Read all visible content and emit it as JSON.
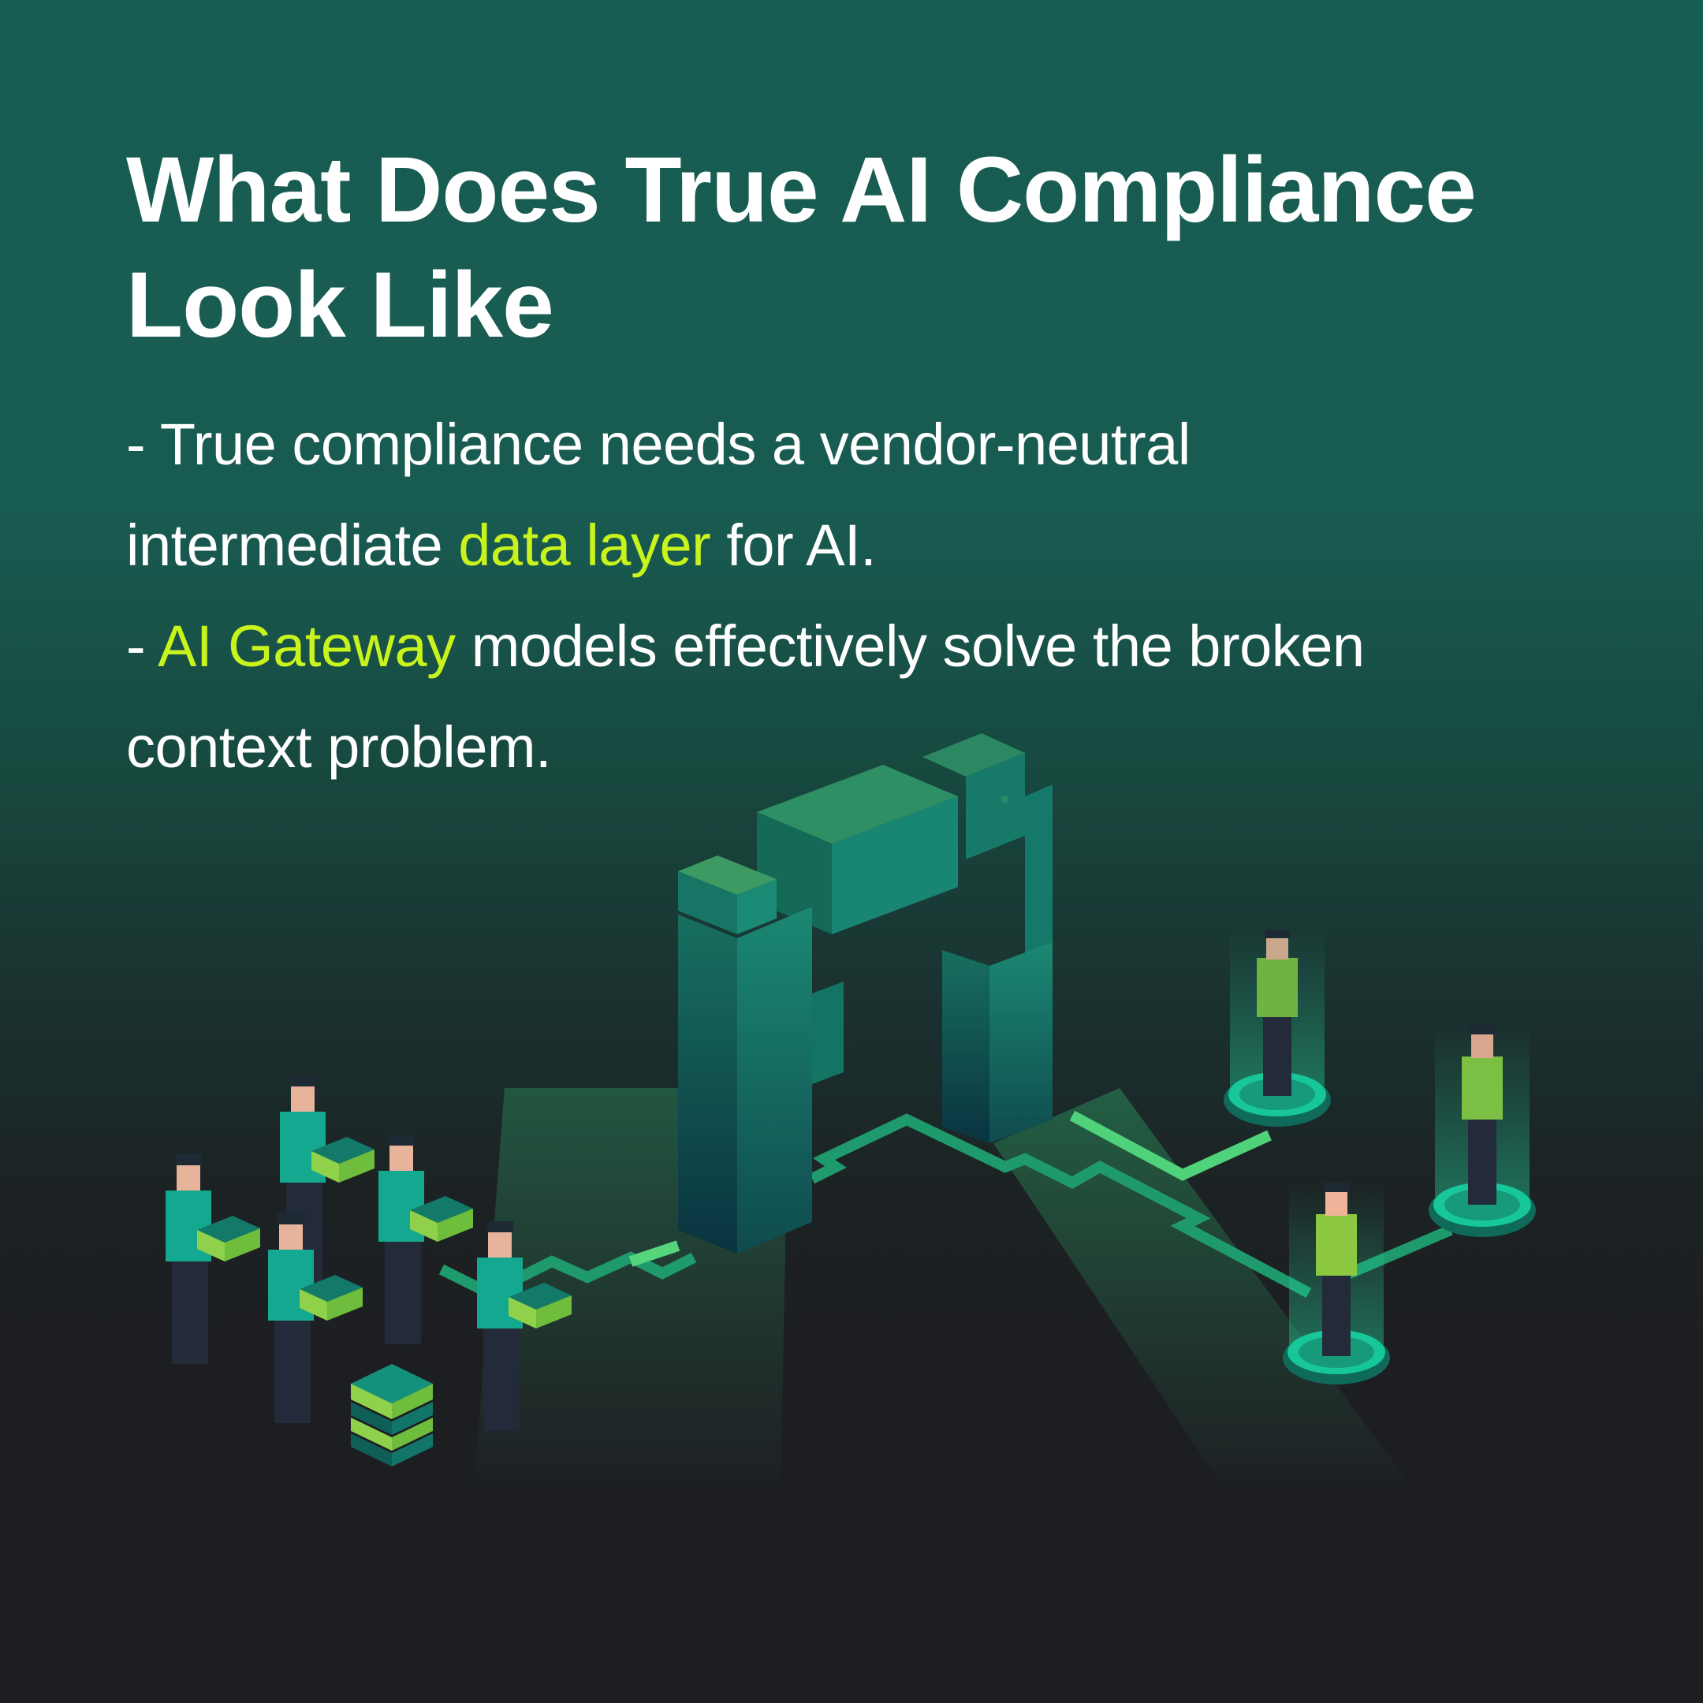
{
  "card": {
    "title_line1": "What Does True AI Compliance",
    "title_line2": "Look Like",
    "bullets": [
      {
        "prefix": "- True compliance needs a vendor-neutral",
        "line2_before": "intermediate ",
        "highlight": "data layer",
        "line2_after": " for AI."
      },
      {
        "prefix": "- ",
        "highlight": "AI Gateway",
        "after": " models effectively solve the broken",
        "line2": "context problem."
      }
    ]
  },
  "illustration": {
    "description": "Isometric gateway arch connecting a group of people carrying data blocks to users on glowing platforms",
    "left_group_people": 5,
    "right_group_people": 3
  },
  "colors": {
    "background_top": "#175d53",
    "background_bottom": "#1d1e22",
    "title_text": "#ffffff",
    "highlight": "#c8f31d",
    "gateway": "#1a8a72",
    "connector_line": "#3fbf7a",
    "shirt_teal": "#13a88f",
    "shirt_lime": "#7fc241"
  }
}
